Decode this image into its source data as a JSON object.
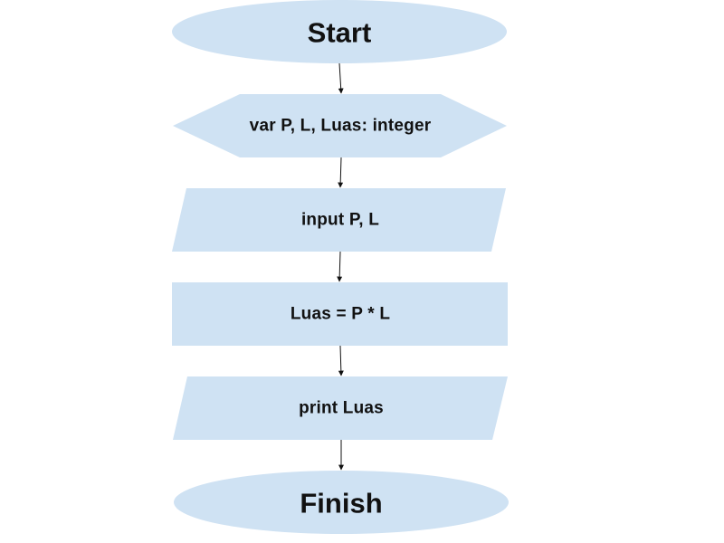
{
  "flowchart": {
    "title": "Flowchart: Luas Persegi Panjang",
    "fill_color": "#cfe2f3",
    "text_color": "#111111",
    "nodes": [
      {
        "id": "start",
        "type": "terminator",
        "label": "Start"
      },
      {
        "id": "declare",
        "type": "preparation",
        "label": "var P, L, Luas: integer"
      },
      {
        "id": "input",
        "type": "input-output",
        "label": "input P, L"
      },
      {
        "id": "process",
        "type": "process",
        "label": "Luas = P * L"
      },
      {
        "id": "output",
        "type": "input-output",
        "label": "print Luas"
      },
      {
        "id": "finish",
        "type": "terminator",
        "label": "Finish"
      }
    ],
    "edges": [
      {
        "from": "start",
        "to": "declare"
      },
      {
        "from": "declare",
        "to": "input"
      },
      {
        "from": "input",
        "to": "process"
      },
      {
        "from": "process",
        "to": "output"
      },
      {
        "from": "output",
        "to": "finish"
      }
    ]
  }
}
